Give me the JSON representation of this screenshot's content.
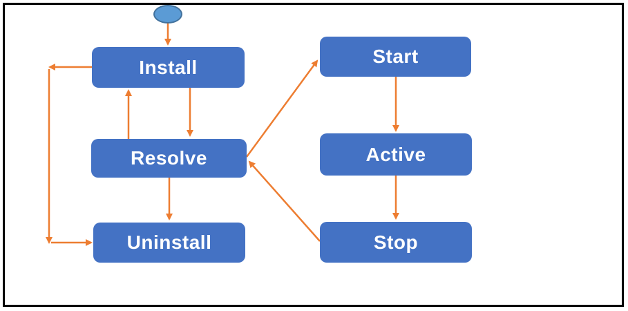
{
  "diagram": {
    "type": "state-flow",
    "background": "#ffffff",
    "colors": {
      "node_fill": "#4472C4",
      "node_text": "#ffffff",
      "arrow": "#ED7D31",
      "initial_fill": "#5B9BD5",
      "initial_stroke": "#41719C",
      "frame": "#000000"
    },
    "nodes": {
      "initial": {
        "shape": "ellipse",
        "label": ""
      },
      "install": {
        "label": "Install"
      },
      "resolve": {
        "label": "Resolve"
      },
      "uninstall": {
        "label": "Uninstall"
      },
      "start": {
        "label": "Start"
      },
      "active": {
        "label": "Active"
      },
      "stop": {
        "label": "Stop"
      }
    },
    "edges": [
      {
        "from": "initial",
        "to": "install"
      },
      {
        "from": "install",
        "to": "resolve"
      },
      {
        "from": "resolve",
        "to": "install"
      },
      {
        "from": "resolve",
        "to": "uninstall"
      },
      {
        "from": "install",
        "to": "uninstall",
        "route": "left-loop"
      },
      {
        "from": "resolve",
        "to": "start"
      },
      {
        "from": "stop",
        "to": "resolve"
      },
      {
        "from": "start",
        "to": "active"
      },
      {
        "from": "active",
        "to": "stop"
      }
    ]
  }
}
